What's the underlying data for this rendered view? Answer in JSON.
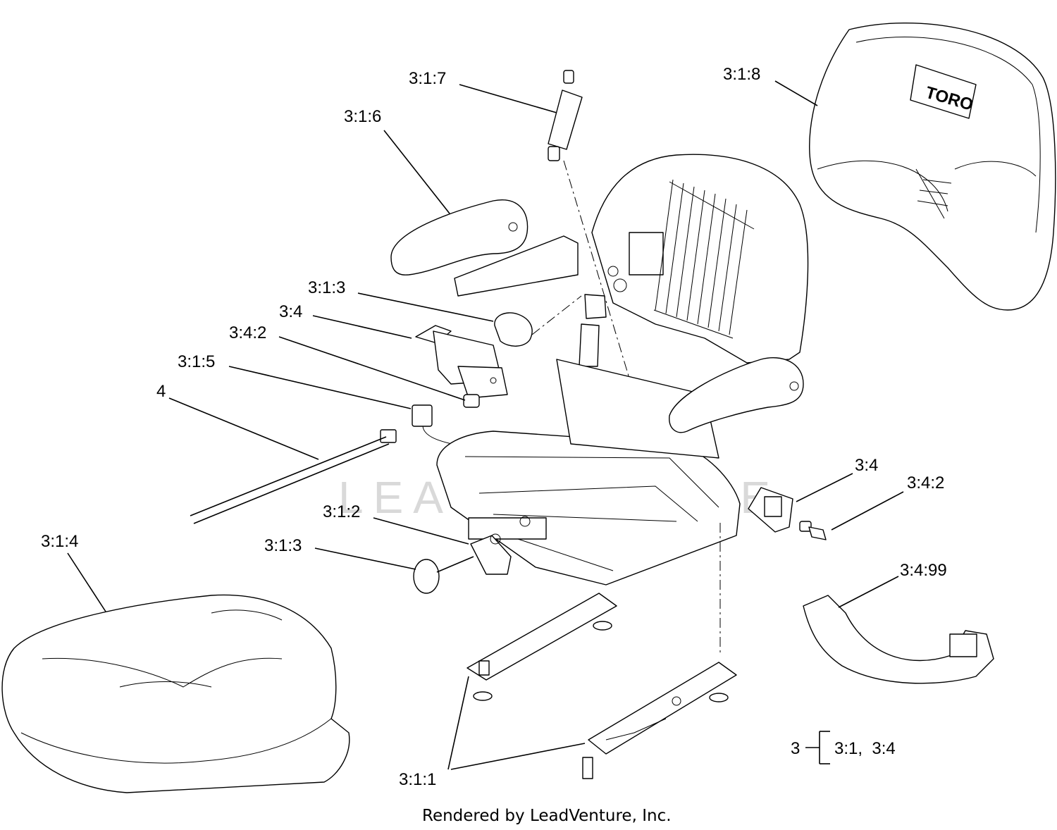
{
  "diagram": {
    "brand_logo_text": "TORO",
    "watermark_text": "LEADVENTURE",
    "callouts": [
      {
        "id": "c-317",
        "label": "3:1:7"
      },
      {
        "id": "c-318",
        "label": "3:1:8"
      },
      {
        "id": "c-316",
        "label": "3:1:6"
      },
      {
        "id": "c-313a",
        "label": "3:1:3"
      },
      {
        "id": "c-34a",
        "label": "3:4"
      },
      {
        "id": "c-342a",
        "label": "3:4:2"
      },
      {
        "id": "c-315",
        "label": "3:1:5"
      },
      {
        "id": "c-4",
        "label": "4"
      },
      {
        "id": "c-34b",
        "label": "3:4"
      },
      {
        "id": "c-342b",
        "label": "3:4:2"
      },
      {
        "id": "c-312",
        "label": "3:1:2"
      },
      {
        "id": "c-313b",
        "label": "3:1:3"
      },
      {
        "id": "c-314",
        "label": "3:1:4"
      },
      {
        "id": "c-3499",
        "label": "3:4:99"
      },
      {
        "id": "c-311",
        "label": "3:1:1"
      }
    ],
    "assembly_legend": {
      "parent": "3",
      "children": "3:1,  3:4"
    },
    "credit": "Rendered by LeadVenture, Inc."
  }
}
